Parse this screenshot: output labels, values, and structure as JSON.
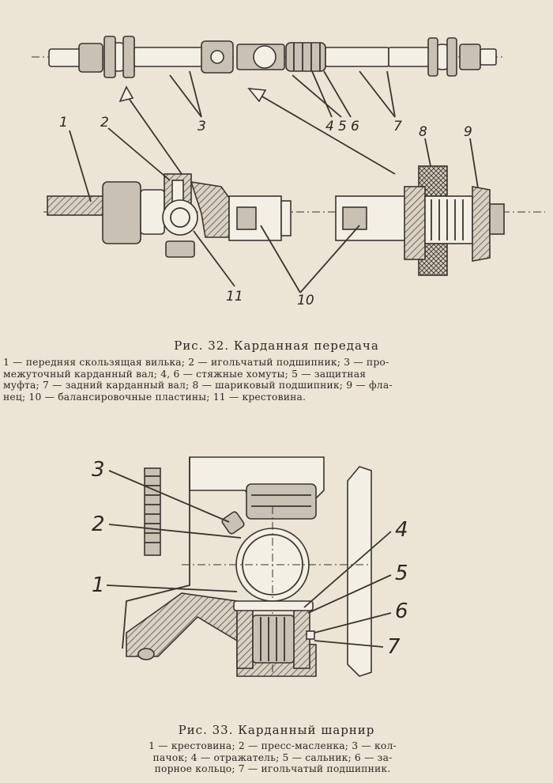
{
  "figure32": {
    "callouts": [
      "1",
      "2",
      "3",
      "4",
      "5",
      "6",
      "7",
      "8",
      "9",
      "10",
      "11"
    ],
    "caption_prefix": "Рис.",
    "caption_num": "32.",
    "caption_title": "Карданная передача",
    "legend_lines": [
      "1 — передняя скользящая вилька; 2 — игольчатый подшипник; 3 — про-",
      "межуточный карданный вал; 4, 6 — стяжные хомуты; 5 — защитная",
      "муфта; 7 — задний карданный вал; 8 — шариковый подшипник; 9 — фла-",
      "нец; 10 — балансировочные пластины; 11 — крестовина."
    ]
  },
  "figure33": {
    "callouts": [
      "3",
      "2",
      "1",
      "4",
      "5",
      "6",
      "7"
    ],
    "caption_prefix": "Рис.",
    "caption_num": "33.",
    "caption_title": "Карданный шарнир",
    "legend_lines": [
      "1 — крестовина; 2 — пресс-масленка; 3 — кол-",
      "пачок; 4 — отражатель; 5 — сальник; 6 — за-",
      "порное кольцо; 7 — игольчатый подшипник."
    ]
  }
}
